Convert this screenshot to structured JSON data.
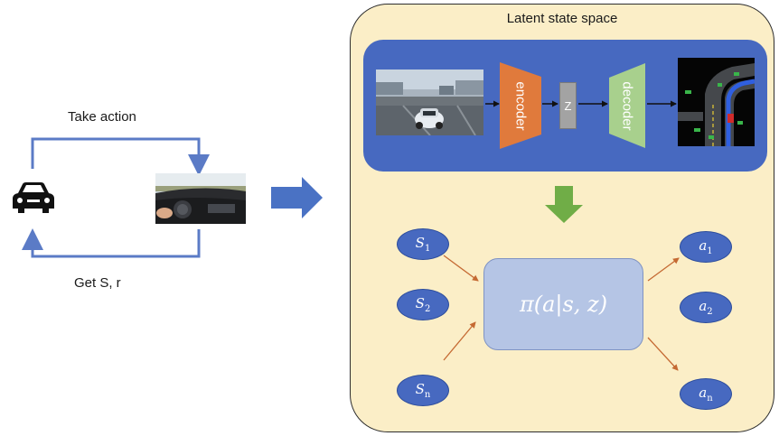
{
  "left": {
    "take_action_label": "Take action",
    "get_sr_label": "Get S, r"
  },
  "latent": {
    "title": "Latent state space",
    "encoder_label": "encoder",
    "z_label": "Z",
    "decoder_label": "decoder"
  },
  "policy": {
    "text": "π(a|s, z)"
  },
  "states": [
    {
      "base": "S",
      "sub": "1"
    },
    {
      "base": "S",
      "sub": "2"
    },
    {
      "base": "S",
      "sub": "n"
    }
  ],
  "actions": [
    {
      "base": "a",
      "sub": "1"
    },
    {
      "base": "a",
      "sub": "2"
    },
    {
      "base": "a",
      "sub": "n"
    }
  ],
  "colors": {
    "blue": "#4769c0",
    "loop_blue": "#5b7bc6",
    "encoder_orange": "#e07a3c",
    "decoder_green": "#a8d08d",
    "down_arrow_green": "#70ad47",
    "latent_bg": "#fbeec7",
    "policy_fill": "#b5c5e5",
    "edge_arrow": "#c56a33"
  }
}
